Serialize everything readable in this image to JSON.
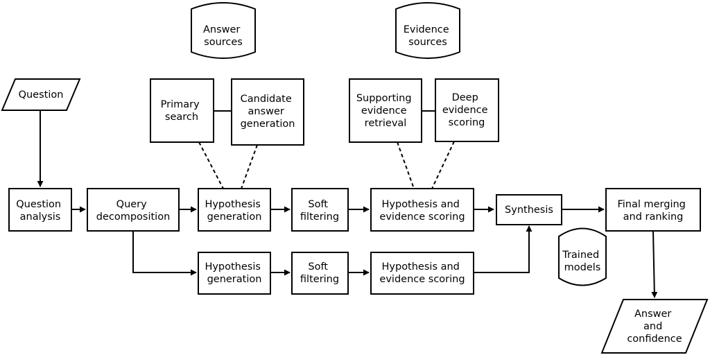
{
  "nodes": {
    "question": [
      "Question"
    ],
    "question_analysis": [
      "Question",
      "analysis"
    ],
    "query_decomposition": [
      "Query",
      "decomposition"
    ],
    "hypothesis_generation_top": [
      "Hypothesis",
      "generation"
    ],
    "soft_filtering_top": [
      "Soft",
      "filtering"
    ],
    "hypothesis_evidence_scoring_top": [
      "Hypothesis and",
      "evidence scoring"
    ],
    "synthesis": [
      "Synthesis"
    ],
    "final_merging_ranking": [
      "Final merging",
      "and ranking"
    ],
    "answer_confidence": [
      "Answer",
      "and",
      "confidence"
    ],
    "hypothesis_generation_bottom": [
      "Hypothesis",
      "generation"
    ],
    "soft_filtering_bottom": [
      "Soft",
      "filtering"
    ],
    "hypothesis_evidence_scoring_bottom": [
      "Hypothesis and",
      "evidence scoring"
    ],
    "primary_search": [
      "Primary",
      "search"
    ],
    "candidate_answer_generation": [
      "Candidate",
      "answer",
      "generation"
    ],
    "supporting_evidence_retrieval": [
      "Supporting",
      "evidence",
      "retrieval"
    ],
    "deep_evidence_scoring": [
      "Deep",
      "evidence",
      "scoring"
    ],
    "answer_sources": [
      "Answer",
      "sources"
    ],
    "evidence_sources": [
      "Evidence",
      "sources"
    ],
    "trained_models": [
      "Trained",
      "models"
    ]
  },
  "edges": [
    {
      "from": "question",
      "to": "question_analysis",
      "style": "arrow"
    },
    {
      "from": "question_analysis",
      "to": "query_decomposition",
      "style": "arrow"
    },
    {
      "from": "query_decomposition",
      "to": "hypothesis_generation_top",
      "style": "arrow"
    },
    {
      "from": "query_decomposition",
      "to": "hypothesis_generation_bottom",
      "style": "arrow"
    },
    {
      "from": "hypothesis_generation_top",
      "to": "soft_filtering_top",
      "style": "arrow"
    },
    {
      "from": "soft_filtering_top",
      "to": "hypothesis_evidence_scoring_top",
      "style": "arrow"
    },
    {
      "from": "hypothesis_evidence_scoring_top",
      "to": "synthesis",
      "style": "arrow"
    },
    {
      "from": "synthesis",
      "to": "final_merging_ranking",
      "style": "arrow"
    },
    {
      "from": "final_merging_ranking",
      "to": "answer_confidence",
      "style": "arrow"
    },
    {
      "from": "hypothesis_generation_bottom",
      "to": "soft_filtering_bottom",
      "style": "arrow"
    },
    {
      "from": "soft_filtering_bottom",
      "to": "hypothesis_evidence_scoring_bottom",
      "style": "arrow"
    },
    {
      "from": "hypothesis_evidence_scoring_bottom",
      "to": "synthesis",
      "style": "arrow"
    },
    {
      "from": "primary_search",
      "to": "candidate_answer_generation",
      "style": "line"
    },
    {
      "from": "supporting_evidence_retrieval",
      "to": "deep_evidence_scoring",
      "style": "line"
    },
    {
      "from": "primary_search",
      "to": "hypothesis_generation_top",
      "style": "dashed"
    },
    {
      "from": "candidate_answer_generation",
      "to": "hypothesis_generation_top",
      "style": "dashed"
    },
    {
      "from": "supporting_evidence_retrieval",
      "to": "hypothesis_evidence_scoring_top",
      "style": "dashed"
    },
    {
      "from": "deep_evidence_scoring",
      "to": "hypothesis_evidence_scoring_top",
      "style": "dashed"
    }
  ]
}
